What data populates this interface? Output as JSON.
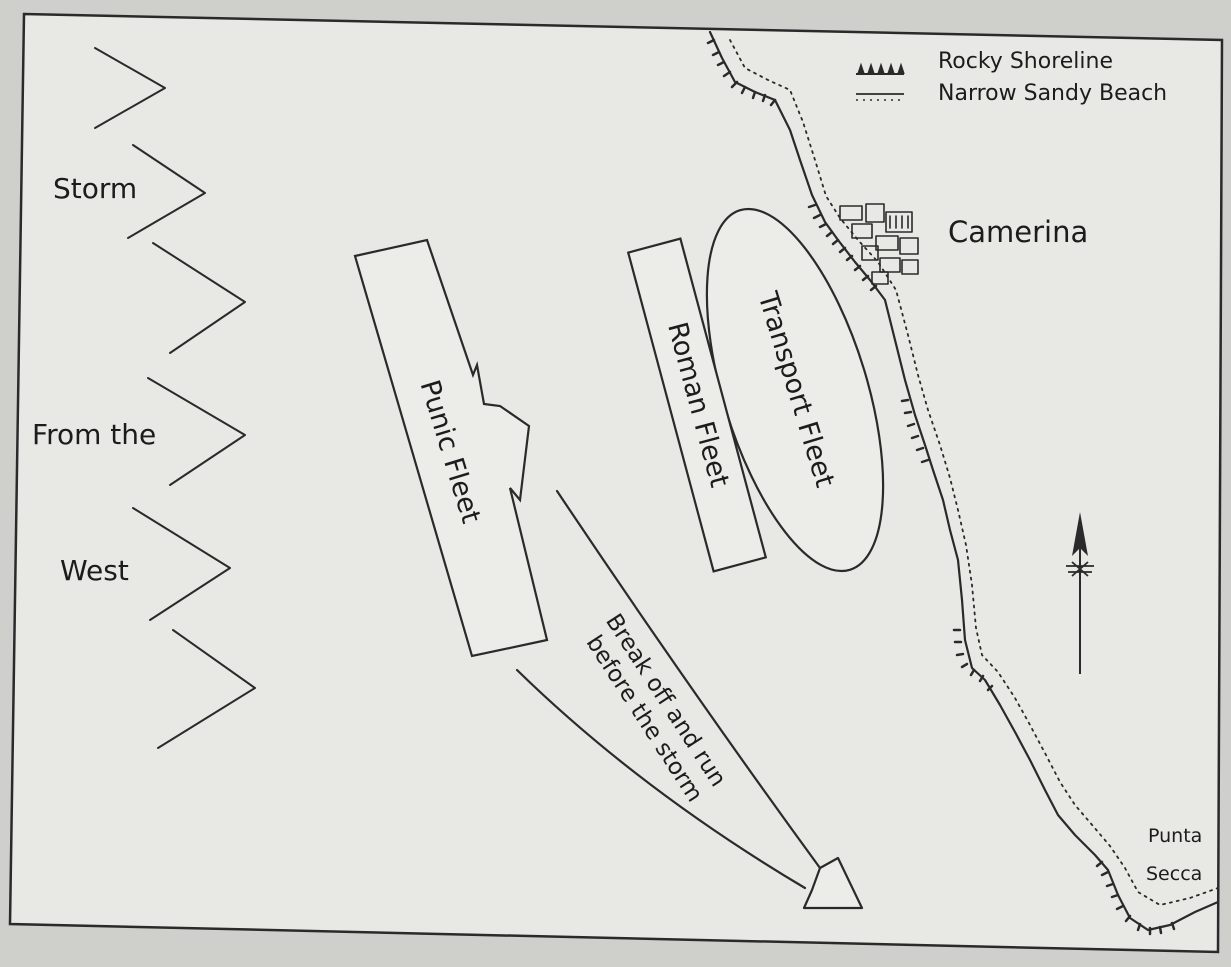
{
  "storm_label": {
    "line1": "Storm",
    "line2": "From the",
    "line3": "West"
  },
  "fleets": {
    "punic": "Punic Fleet",
    "roman": "Roman Fleet",
    "transport": "Transport Fleet"
  },
  "town": "Camerina",
  "retreat_label": {
    "line1": "Break off and run",
    "line2": "before the storm"
  },
  "cape": {
    "line1": "Punta",
    "line2": "Secca"
  },
  "legend": {
    "rocky": "Rocky Shoreline",
    "sandy": "Narrow Sandy Beach"
  },
  "north_arrow_icon": "north-arrow-icon",
  "colors": {
    "paper": "#e8e8e4",
    "ink": "#2a2a2a",
    "background": "#cfd0cc"
  }
}
